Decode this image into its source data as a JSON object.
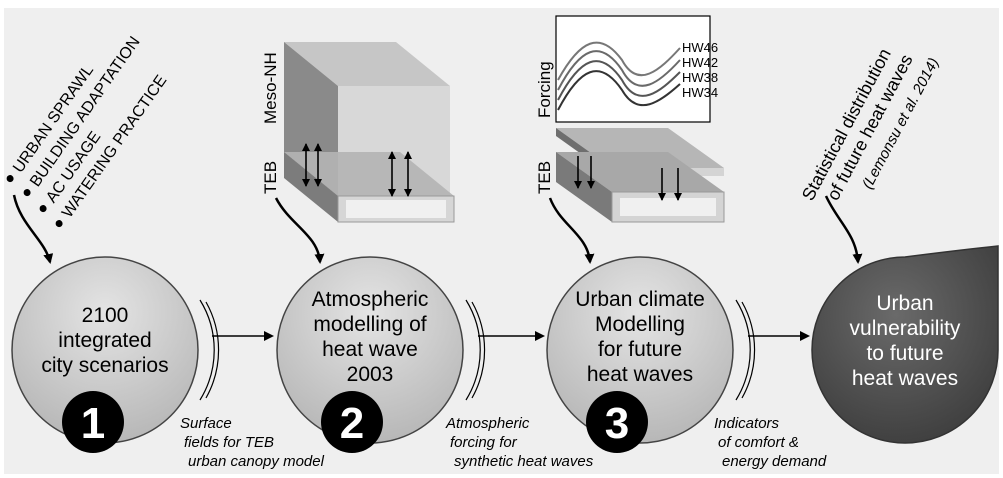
{
  "scenario_inputs": [
    "URBAN SPRAWL",
    "BUILDING ADAPTATION",
    "AC USAGE",
    "WATERING PRACTICE"
  ],
  "model_labels": {
    "teb_1": "TEB",
    "mesonh": "Meso-NH",
    "teb_2": "TEB",
    "forcing": "Forcing"
  },
  "heatwave_curves": [
    "HW46",
    "HW42",
    "HW38",
    "HW34"
  ],
  "statistical": {
    "line1": "Statistical distribution",
    "line2": "of future heat waves",
    "line3": "(Lemonsu et al. 2014)"
  },
  "steps": [
    {
      "number": "1",
      "lines": [
        "2100",
        "integrated",
        "city scenarios"
      ]
    },
    {
      "number": "2",
      "lines": [
        "Atmospheric",
        "modelling of",
        "heat wave",
        "2003"
      ]
    },
    {
      "number": "3",
      "lines": [
        "Urban climate",
        "Modelling",
        "for future",
        "heat waves"
      ]
    }
  ],
  "outcome": {
    "lines": [
      "Urban",
      "vulnerability",
      "to future",
      "heat waves"
    ]
  },
  "outputs": [
    {
      "lines": [
        "Surface",
        "fields for TEB",
        "urban canopy model"
      ]
    },
    {
      "lines": [
        "Atmospheric",
        "forcing for",
        "synthetic heat waves"
      ]
    },
    {
      "lines": [
        "Indicators",
        "of comfort &",
        "energy demand"
      ]
    }
  ],
  "colors": {
    "background": "#efefef",
    "circle_fill": "#c9c9c9",
    "outcome_fill": "#555555",
    "badge": "#000000"
  }
}
